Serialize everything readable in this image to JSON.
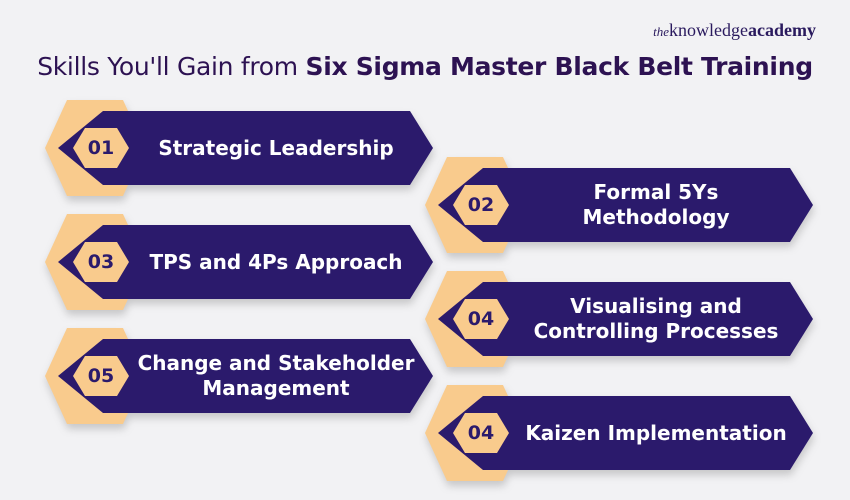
{
  "logo": {
    "the": "the",
    "knowledge": "knowledge",
    "academy": "academy"
  },
  "title": {
    "regular": "Skills You'll Gain from ",
    "bold": "Six Sigma Master Black Belt Training"
  },
  "colors": {
    "background": "#F2F2F4",
    "banner_purple": "#2B1A6C",
    "hexagon_peach": "#F9CB8D",
    "title_purple": "#2D1252",
    "label_text": "#FFFFFF"
  },
  "items": [
    {
      "number": "01",
      "label": "Strategic Leadership",
      "side": "left"
    },
    {
      "number": "02",
      "label": "Formal 5Ys Methodology",
      "side": "right"
    },
    {
      "number": "03",
      "label": "TPS and 4Ps Approach",
      "side": "left"
    },
    {
      "number": "04",
      "label": "Visualising and\nControlling Processes",
      "side": "right"
    },
    {
      "number": "05",
      "label": "Change and Stakeholder\nManagement",
      "side": "left"
    },
    {
      "number": "04",
      "label": "Kaizen Implementation",
      "side": "right"
    }
  ]
}
